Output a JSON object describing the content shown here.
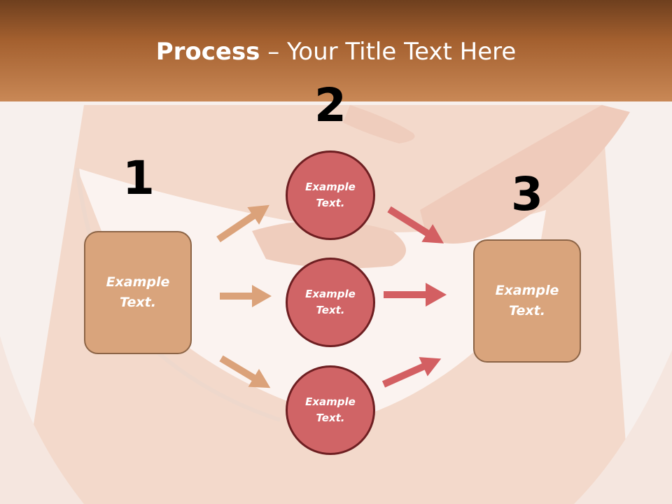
{
  "title": {
    "bold": "Process",
    "rest": " – Your Title Text Here"
  },
  "steps": {
    "one": "1",
    "two": "2",
    "three": "3"
  },
  "left_box": {
    "label": "Example Text."
  },
  "circles": [
    {
      "label": "Example Text."
    },
    {
      "label": "Example Text."
    },
    {
      "label": "Example Text."
    }
  ],
  "right_box": {
    "label": "Example Text."
  },
  "colors": {
    "title_bar": "#a4602f",
    "box_fill": "#d9a47c",
    "circle_fill": "#d06466",
    "arrow_tan": "#dba27a",
    "arrow_red": "#d35f62"
  }
}
